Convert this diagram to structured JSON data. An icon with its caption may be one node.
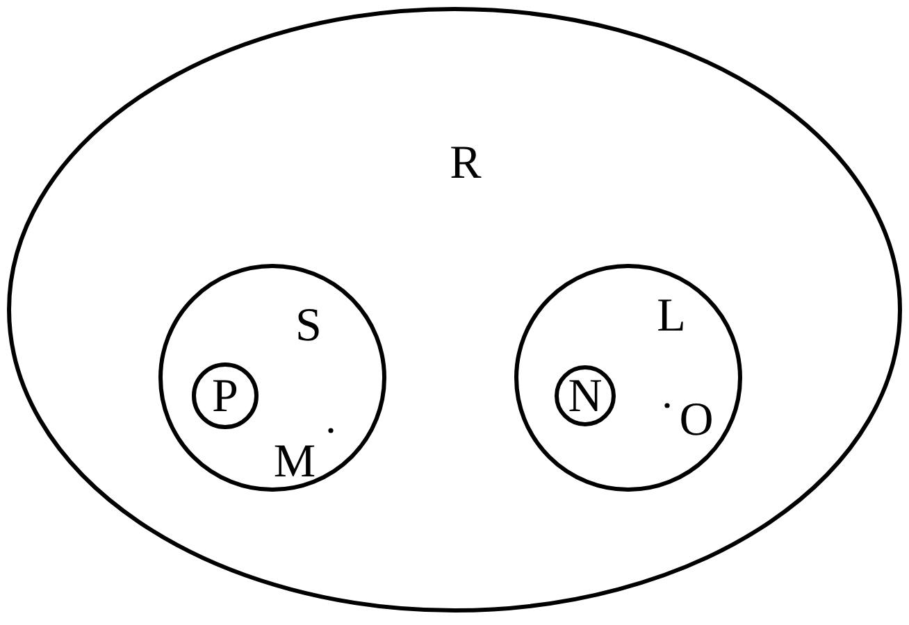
{
  "diagram": {
    "nodes": [
      {
        "text": [
          "R"
        ]
      },
      {
        "text": [
          "S"
        ],
        "in": 0
      },
      {
        "text": [
          "P"
        ],
        "in": 1
      },
      {
        "text": [
          "L"
        ],
        "in": 0
      },
      {
        "text": [
          "N"
        ],
        "in": 3
      }
    ],
    "labels": [
      "M",
      "O"
    ]
  }
}
